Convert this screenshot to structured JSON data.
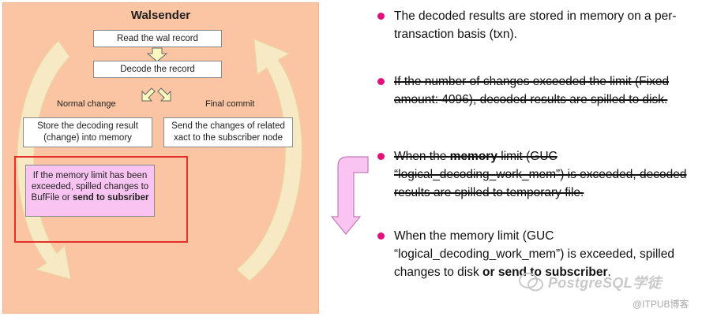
{
  "diagram": {
    "title": "Walsender",
    "read_box": "Read the wal record",
    "decode_box": "Decode the record",
    "normal_change_label": "Normal change",
    "final_commit_label": "Final commit",
    "store_box": "Store the decoding result (change) into memory",
    "send_box": "Send the changes of related xact to the subscriber node",
    "pink_box_text": "If the memory limit has been exceeded, spilled changes to BufFile or",
    "pink_box_bold": "send to subsriber"
  },
  "bullets": [
    {
      "text": "The decoded results are stored in memory on a per-transaction basis (txn).",
      "struck": false
    },
    {
      "text": "If the number of changes exceeded the limit (Fixed amount: 4096), decoded results are spilled to disk.",
      "struck": true
    },
    {
      "text_before": "When the ",
      "bold": "memory",
      "text_after": " limit (GUC “logical_decoding_work_mem”) is exceeded, decoded results are spilled to temporary file.",
      "struck": true
    },
    {
      "text_before": "When the memory limit (GUC “logical_decoding_work_mem”) is exceeded, spilled changes to disk ",
      "bold": "or send to subscriber",
      "text_after": ".",
      "struck": false
    }
  ],
  "colors": {
    "bullet": "#e0117f",
    "panel": "#fbc5a3",
    "pink_box": "#f9c3f2",
    "highlight_frame": "#e5302a",
    "arrow_fill": "#fafac0"
  },
  "watermark": {
    "main": "PostgreSQL学徒",
    "sub": "@ITPUB博客"
  }
}
